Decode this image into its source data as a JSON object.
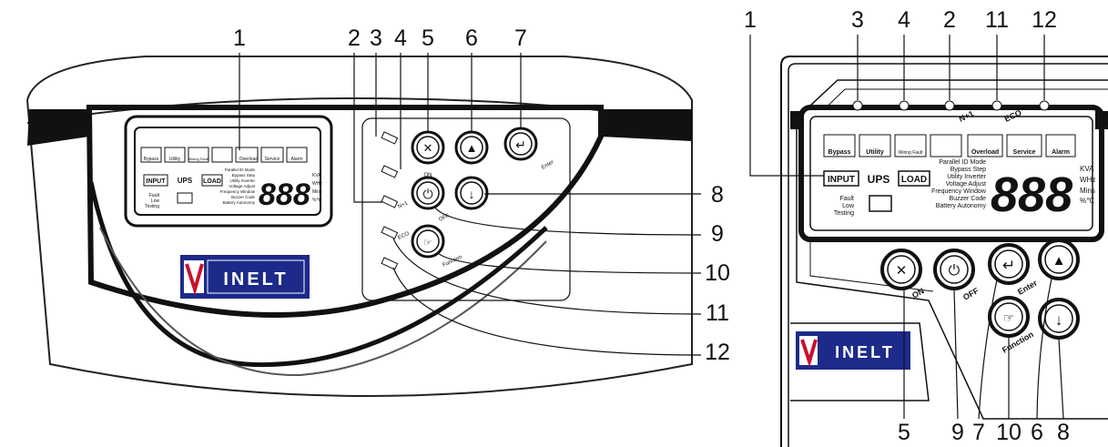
{
  "brand": "INELT",
  "lcd": {
    "icons": [
      "Bypass",
      "Utility",
      "Wiring Fault",
      "Overload",
      "Service",
      "Alarm"
    ],
    "flow": {
      "input": "INPUT",
      "ups": "UPS",
      "load": "LOAD"
    },
    "status": [
      "Fault",
      "Low",
      "Testing"
    ],
    "modes": [
      "Parallel ID Mode",
      "Bypass Step",
      "Utility Inverter",
      "Voltage Adjust",
      "Frequency Window",
      "Buzzer Code",
      "Battery Autonomy"
    ],
    "digits": "888",
    "units": [
      "KVA",
      "WHz",
      "Mins",
      "%℃"
    ]
  },
  "button_labels": {
    "on": "ON",
    "off": "OFF",
    "enter": "Enter",
    "function": "Function"
  },
  "led_labels": {
    "eco": "ECO",
    "n1": "N+1"
  },
  "left_panel": {
    "top_callouts": [
      "1",
      "2",
      "3",
      "4",
      "5",
      "6",
      "7"
    ],
    "right_callouts": [
      "8",
      "9",
      "10",
      "11",
      "12"
    ]
  },
  "right_panel": {
    "top_callouts": [
      "1",
      "3",
      "4",
      "2",
      "11",
      "12"
    ],
    "side_callouts": [
      "1"
    ],
    "bottom_callouts": [
      "5",
      "9",
      "7",
      "10",
      "6",
      "8"
    ]
  }
}
